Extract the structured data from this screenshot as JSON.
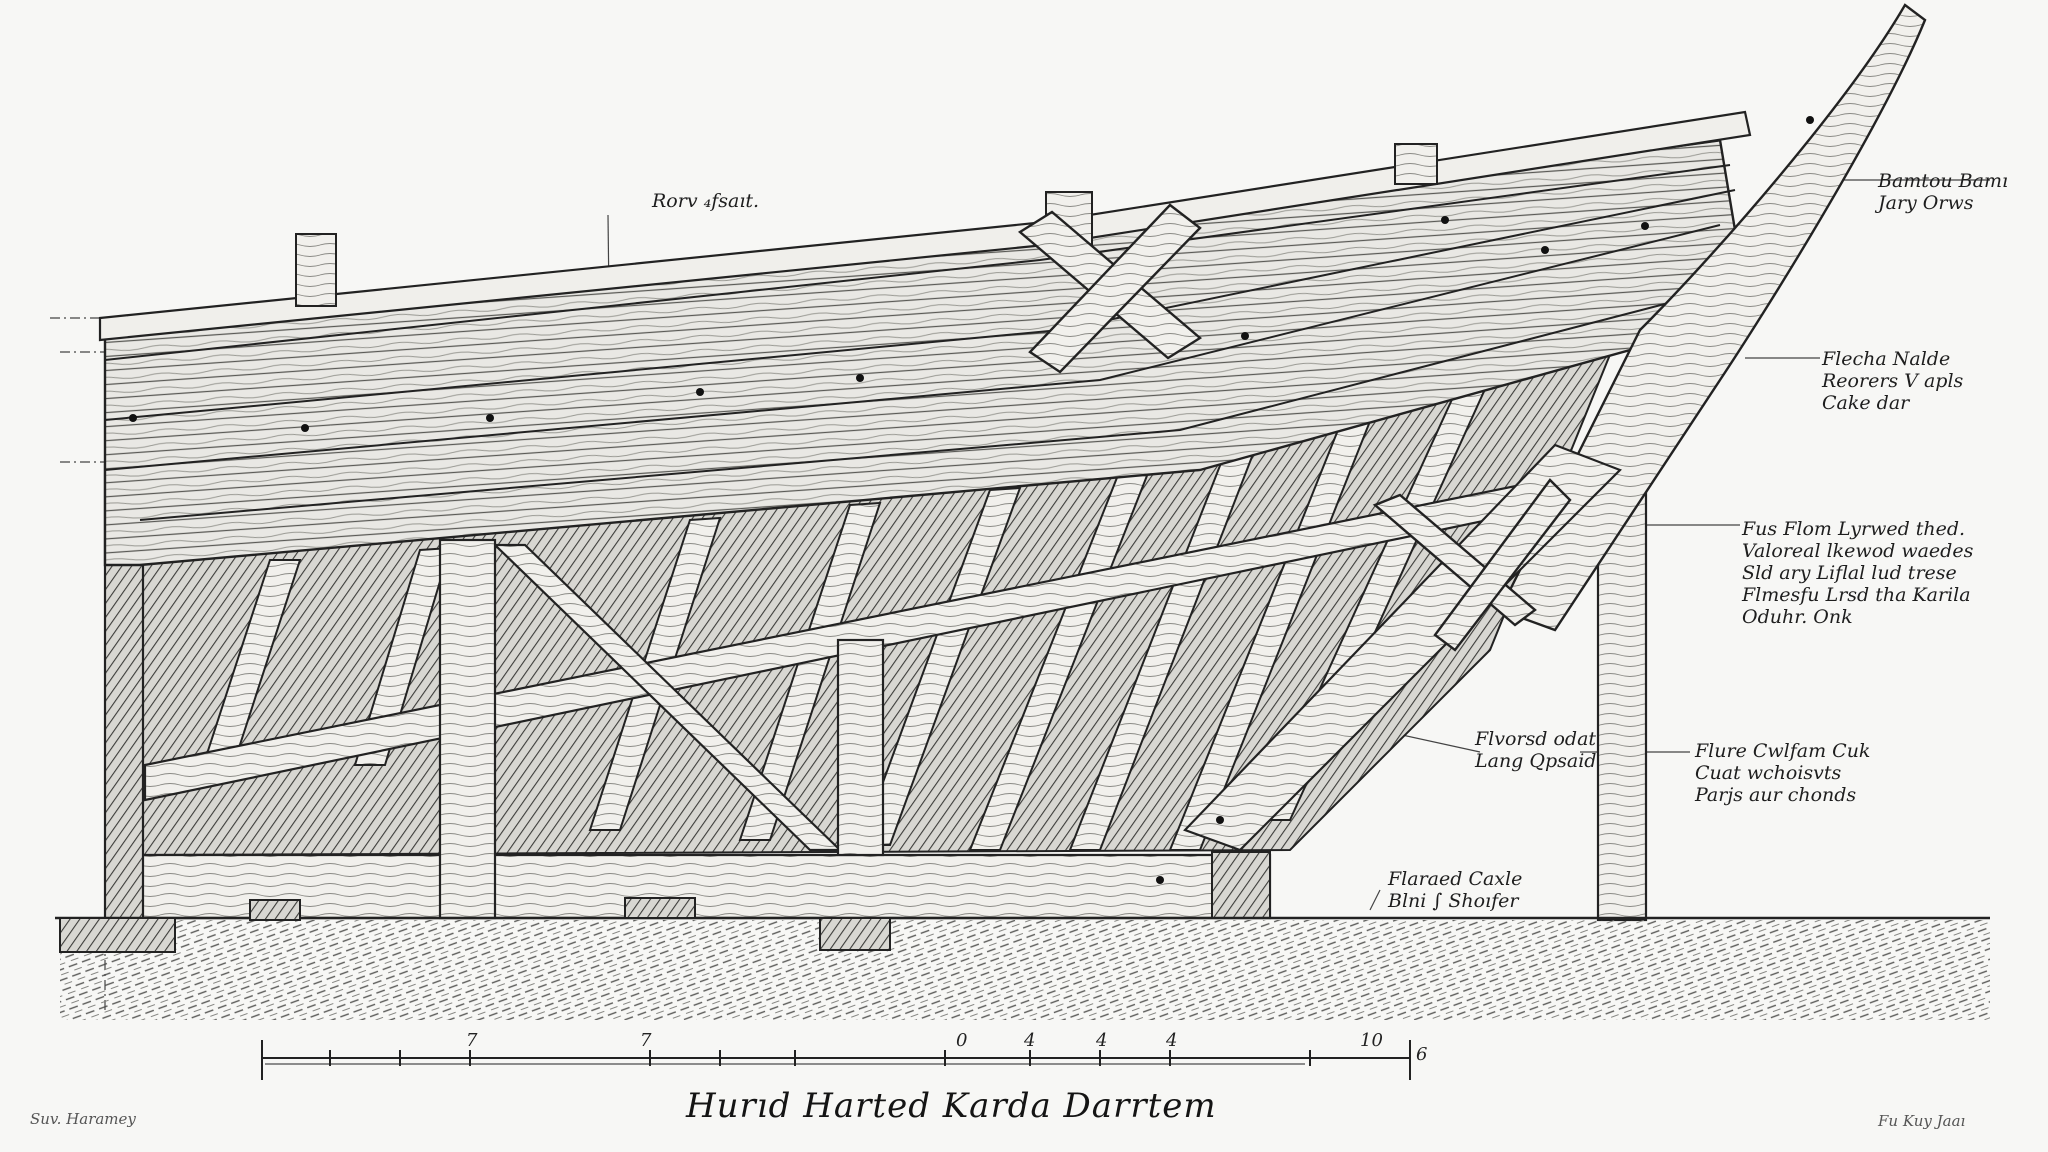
{
  "labels": {
    "rail": "Rorv ₄fsaıt.",
    "top_right": [
      "Bamtou Bamı",
      "Jary Orws"
    ],
    "right_mid": [
      "Flecha Nalde",
      "Reorers V apls",
      "Cake dar"
    ],
    "right_lower": [
      "Fus Flom Lyrwed thed.",
      "Valoreal lkewod waedes",
      "Sld ary Liflal lud trese",
      "Flmesfu Lrsd tha Karila",
      "Oduhr. Onk"
    ],
    "center_bottom": [
      "Flvorsd odat",
      "Lang Qpsaid"
    ],
    "right_bottom": [
      "Flure Cwlfam Cuk",
      "Cuat wchoisvts",
      "Parjs aur chonds"
    ],
    "ground_note": [
      "Flaraed Caxle",
      "Blni ∫ Shoıfer"
    ]
  },
  "scale_bar": {
    "tick_labels": [
      "7",
      "7",
      "0",
      "4",
      "4",
      "4",
      "10"
    ],
    "end_label": "6"
  },
  "caption": "Hurıd Harted Karda Darrtem",
  "corner_left": "Suv. Haramey",
  "corner_right": "Fu Kuy Jaaı"
}
